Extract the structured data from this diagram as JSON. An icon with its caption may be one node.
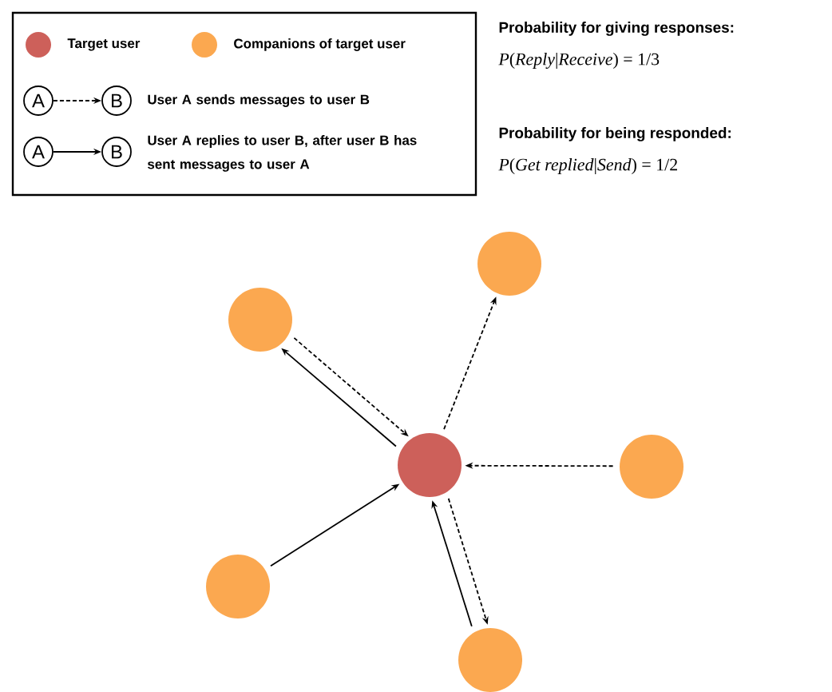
{
  "diagram": {
    "nodes": [
      {
        "text": [
          "A"
        ]
      },
      {
        "text": [
          "B"
        ]
      },
      {
        "text": [
          "A"
        ]
      },
      {
        "text": [
          "B"
        ]
      },
      {
        "text": [],
        "shape": "circle"
      },
      {
        "text": [],
        "shape": "circle"
      },
      {
        "text": [],
        "shape": "circle"
      },
      {
        "text": [],
        "shape": "circle"
      },
      {
        "text": [],
        "shape": "circle"
      },
      {
        "text": [],
        "shape": "circle"
      }
    ],
    "edges": [
      {
        "from": 0,
        "to": 1,
        "arrow": "to",
        "style": "dashed"
      },
      {
        "from": 2,
        "to": 3,
        "arrow": "to"
      },
      {
        "from": 5,
        "to": 6,
        "arrow": "to",
        "style": "dashed"
      },
      {
        "from": 6,
        "to": 5,
        "arrow": "to"
      },
      {
        "from": 6,
        "to": 4,
        "arrow": "to",
        "style": "dashed"
      },
      {
        "from": 7,
        "to": 6,
        "arrow": "to",
        "style": "dashed"
      },
      {
        "from": 8,
        "to": 6,
        "arrow": "to"
      },
      {
        "from": 6,
        "to": 9,
        "arrow": "to",
        "style": "dashed"
      },
      {
        "from": 9,
        "to": 6,
        "arrow": "to"
      }
    ],
    "labels": [
      "Probability for giving responses:",
      "*P*(*Reply*|*Receive*) = 1/3",
      "Probability for being responded:",
      "*P*(*Get replied*|*Send*) = 1/2"
    ],
    "legend": [
      {
        "text": "Target user",
        "color": "#cd605a"
      },
      {
        "text": "Companions of target user",
        "color": "#fba850"
      },
      {
        "text": "User A sends messages to user B"
      },
      {
        "text": "User A replies to user B, after user B has sent messages to user A"
      }
    ]
  }
}
